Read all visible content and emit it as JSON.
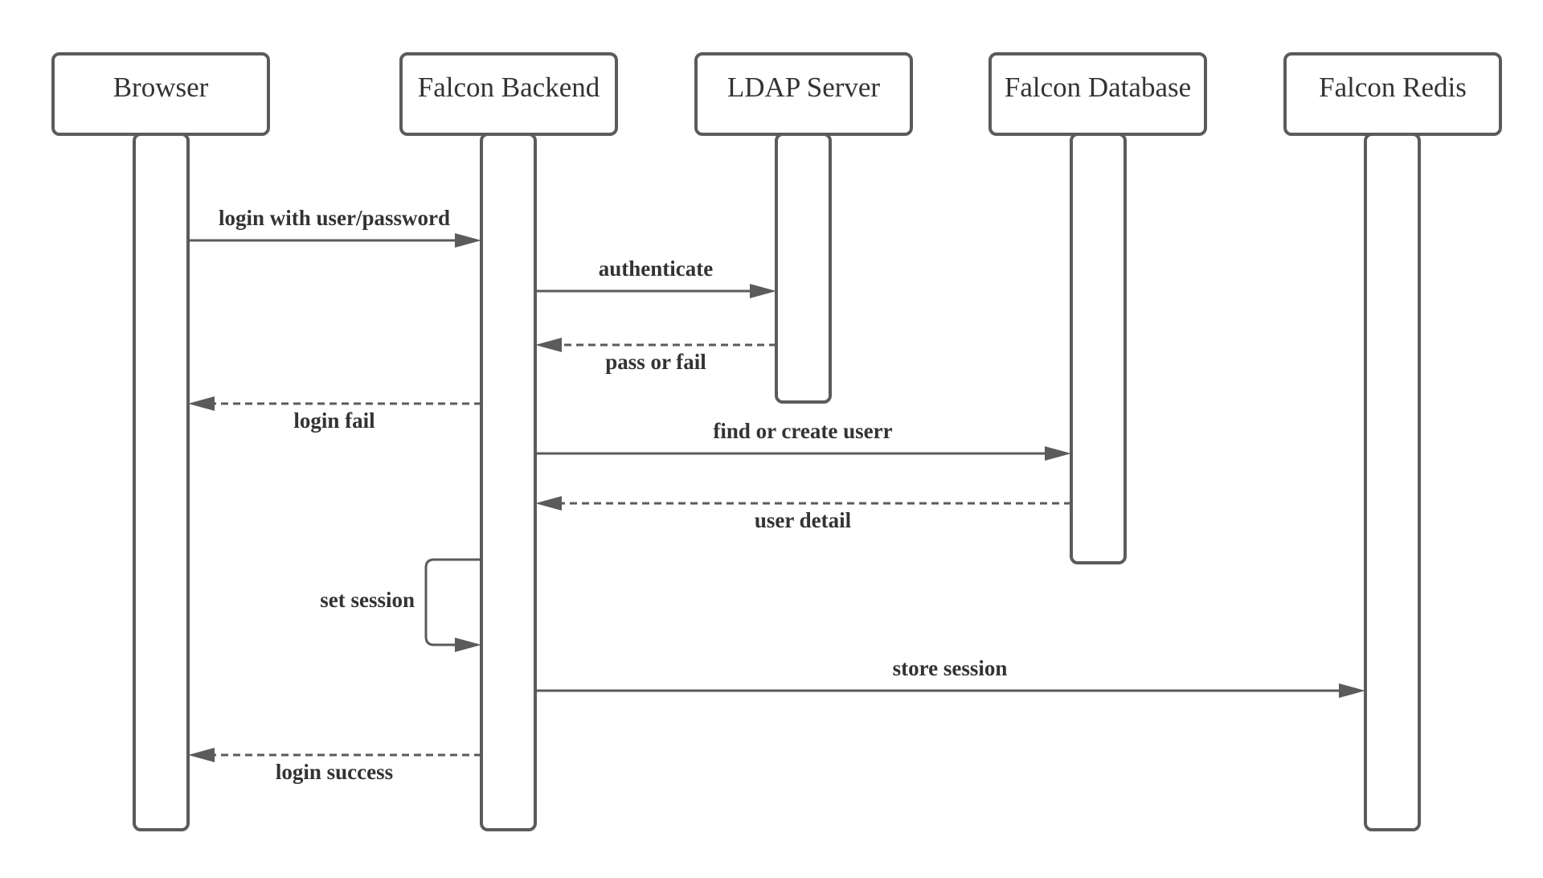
{
  "diagram": {
    "type": "sequence",
    "actors": [
      {
        "id": "browser",
        "label": "Browser"
      },
      {
        "id": "backend",
        "label": "Falcon Backend"
      },
      {
        "id": "ldap",
        "label": "LDAP Server"
      },
      {
        "id": "database",
        "label": "Falcon Database"
      },
      {
        "id": "redis",
        "label": "Falcon Redis"
      }
    ],
    "messages": [
      {
        "label": "login with user/password",
        "from": "browser",
        "to": "backend",
        "style": "solid"
      },
      {
        "label": "authenticate",
        "from": "backend",
        "to": "ldap",
        "style": "solid"
      },
      {
        "label": "pass or fail",
        "from": "ldap",
        "to": "backend",
        "style": "dashed"
      },
      {
        "label": "login fail",
        "from": "backend",
        "to": "browser",
        "style": "dashed"
      },
      {
        "label": "find or create userr",
        "from": "backend",
        "to": "database",
        "style": "solid"
      },
      {
        "label": "user detail",
        "from": "database",
        "to": "backend",
        "style": "dashed"
      },
      {
        "label": "set session",
        "from": "backend",
        "to": "backend",
        "style": "solid"
      },
      {
        "label": "store session",
        "from": "backend",
        "to": "redis",
        "style": "solid"
      },
      {
        "label": "login success",
        "from": "backend",
        "to": "browser",
        "style": "dashed"
      }
    ],
    "colors": {
      "stroke": "#5b5b5b",
      "text": "#333333",
      "background": "#ffffff"
    }
  }
}
